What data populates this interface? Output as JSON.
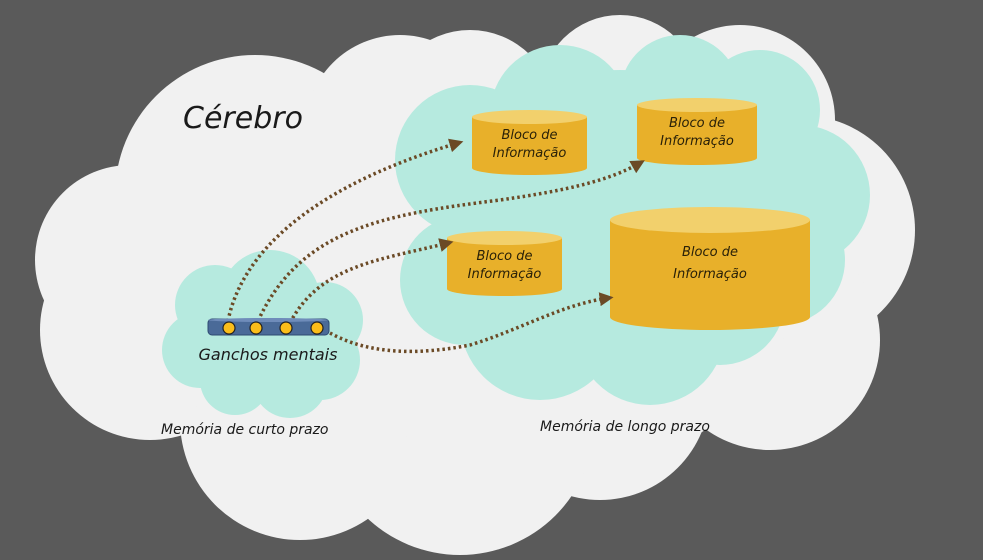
{
  "diagram": {
    "title": "Cérebro",
    "short_term_memory_label": "Memória de curto prazo",
    "long_term_memory_label": "Memória de longo prazo",
    "hooks_label": "Ganchos mentais",
    "hook_count": 4,
    "blocks": [
      {
        "line1": "Bloco de",
        "line2": "Informação"
      },
      {
        "line1": "Bloco de",
        "line2": "Informação"
      },
      {
        "line1": "Bloco de",
        "line2": "Informação"
      },
      {
        "line1": "Bloco de",
        "line2": "Informação"
      }
    ],
    "connections": [
      {
        "from_hook": 1,
        "to_block": 1
      },
      {
        "from_hook": 2,
        "to_block": 2
      },
      {
        "from_hook": 3,
        "to_block": 3
      },
      {
        "from_hook": 4,
        "to_block": 4
      }
    ],
    "colors": {
      "background": "#5a5a5a",
      "brain_cloud": "#f1f1f1",
      "memory_cloud": "#b6eadf",
      "block_body": "#e8b02a",
      "block_top": "#f2d06c",
      "hook_bar": "#4a6a98",
      "hook_dot": "#fbbd1a",
      "arrow": "#6b4a26"
    }
  }
}
